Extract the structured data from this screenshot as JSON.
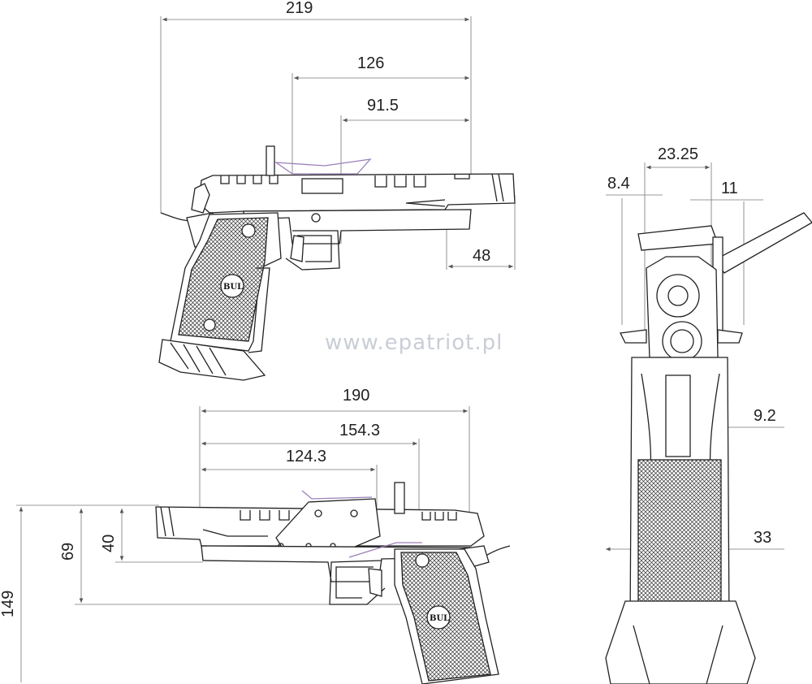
{
  "watermark": "www.epatriot.pl",
  "badge": "BUL",
  "side_view_right": {
    "dims": {
      "overall_length": "219",
      "front_span": "126",
      "mid_span": "91.5",
      "muzzle_drop": "48"
    }
  },
  "side_view_left": {
    "dims": {
      "slide_length": "190",
      "span_a": "154.3",
      "span_b": "124.3",
      "height_total": "149",
      "height_mid": "69",
      "height_slide": "40"
    }
  },
  "rear_view": {
    "dims": {
      "width_top": "23.25",
      "offset_left": "8.4",
      "offset_right": "11",
      "thickness": "9.2",
      "grip_width": "33"
    }
  },
  "colors": {
    "line": "#222222",
    "watermark": "#c9ced6",
    "accent": "#9b7fb8"
  }
}
